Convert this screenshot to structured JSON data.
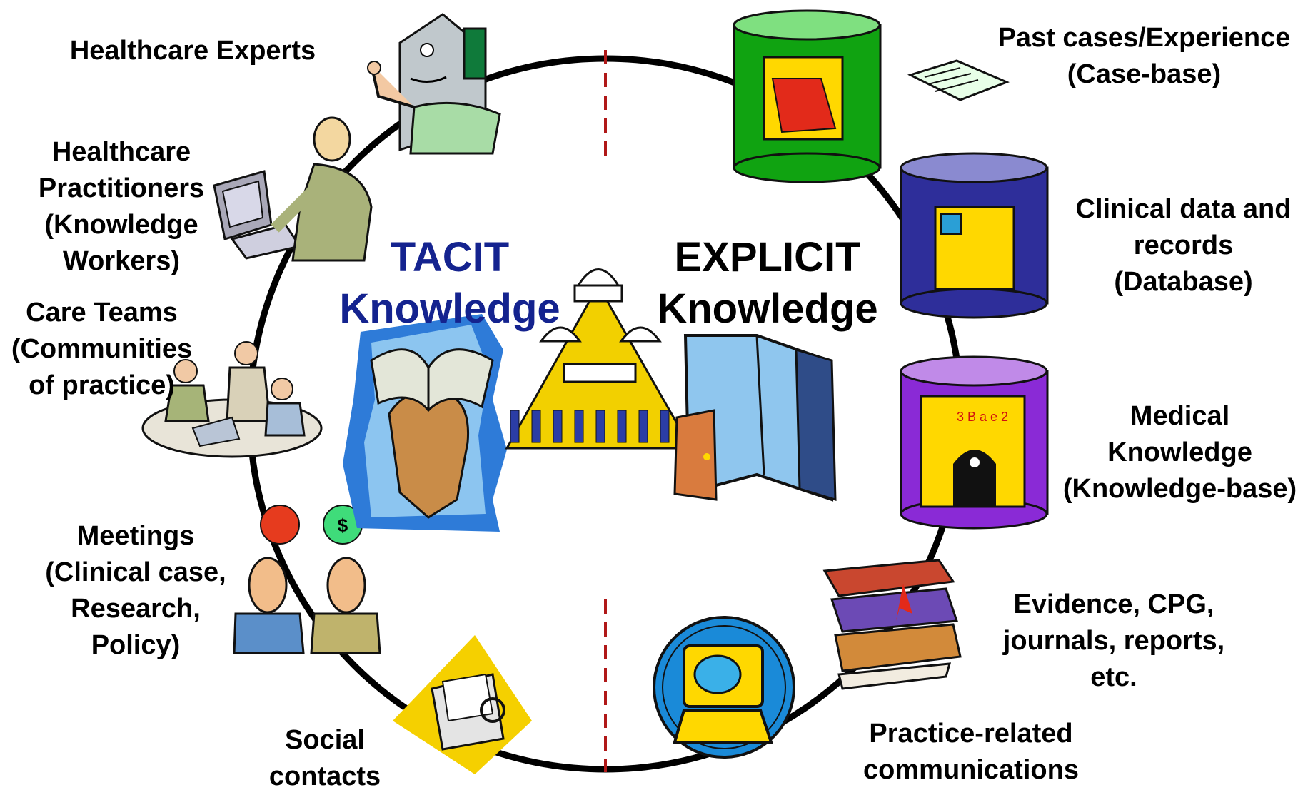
{
  "center": {
    "tacit": {
      "line1": "TACIT",
      "line2": "Knowledge",
      "color": "#14238f"
    },
    "explicit": {
      "line1": "EXPLICIT",
      "line2": "Knowledge",
      "color": "#000000"
    }
  },
  "tacit_sources": [
    {
      "id": "experts",
      "lines": [
        "Healthcare Experts"
      ],
      "icon": "expert-icon"
    },
    {
      "id": "practitioners",
      "lines": [
        "Healthcare",
        "Practitioners",
        "(Knowledge",
        "Workers)"
      ],
      "icon": "practitioner-at-computer-icon"
    },
    {
      "id": "care-teams",
      "lines": [
        "Care Teams",
        "(Communities",
        "of practice)"
      ],
      "icon": "team-meeting-icon"
    },
    {
      "id": "meetings",
      "lines": [
        "Meetings",
        "(Clinical case,",
        "Research,",
        "Policy)"
      ],
      "icon": "two-people-talking-icon"
    },
    {
      "id": "social",
      "lines": [
        "Social",
        "contacts"
      ],
      "icon": "rolodex-icon"
    }
  ],
  "explicit_sources": [
    {
      "id": "past-cases",
      "lines": [
        "Past cases/Experience",
        "(Case-base)"
      ],
      "icon": "case-base-database-icon",
      "color": "#10a311"
    },
    {
      "id": "clinical-data",
      "lines": [
        "Clinical data and",
        "records",
        "(Database)"
      ],
      "icon": "clinical-database-icon",
      "color": "#2e2e9a"
    },
    {
      "id": "medical-knowledge",
      "lines": [
        "Medical",
        "Knowledge",
        "(Knowledge-base)"
      ],
      "icon": "knowledge-base-icon",
      "color": "#8a2ad6"
    },
    {
      "id": "evidence",
      "lines": [
        "Evidence, CPG,",
        "journals, reports,",
        "etc."
      ],
      "icon": "book-stack-icon"
    },
    {
      "id": "communications",
      "lines": [
        "Practice-related",
        "communications"
      ],
      "icon": "computer-icon"
    }
  ],
  "colors": {
    "circle": "#000000",
    "divider": "#b01818",
    "pyramid": "#f2d000"
  }
}
